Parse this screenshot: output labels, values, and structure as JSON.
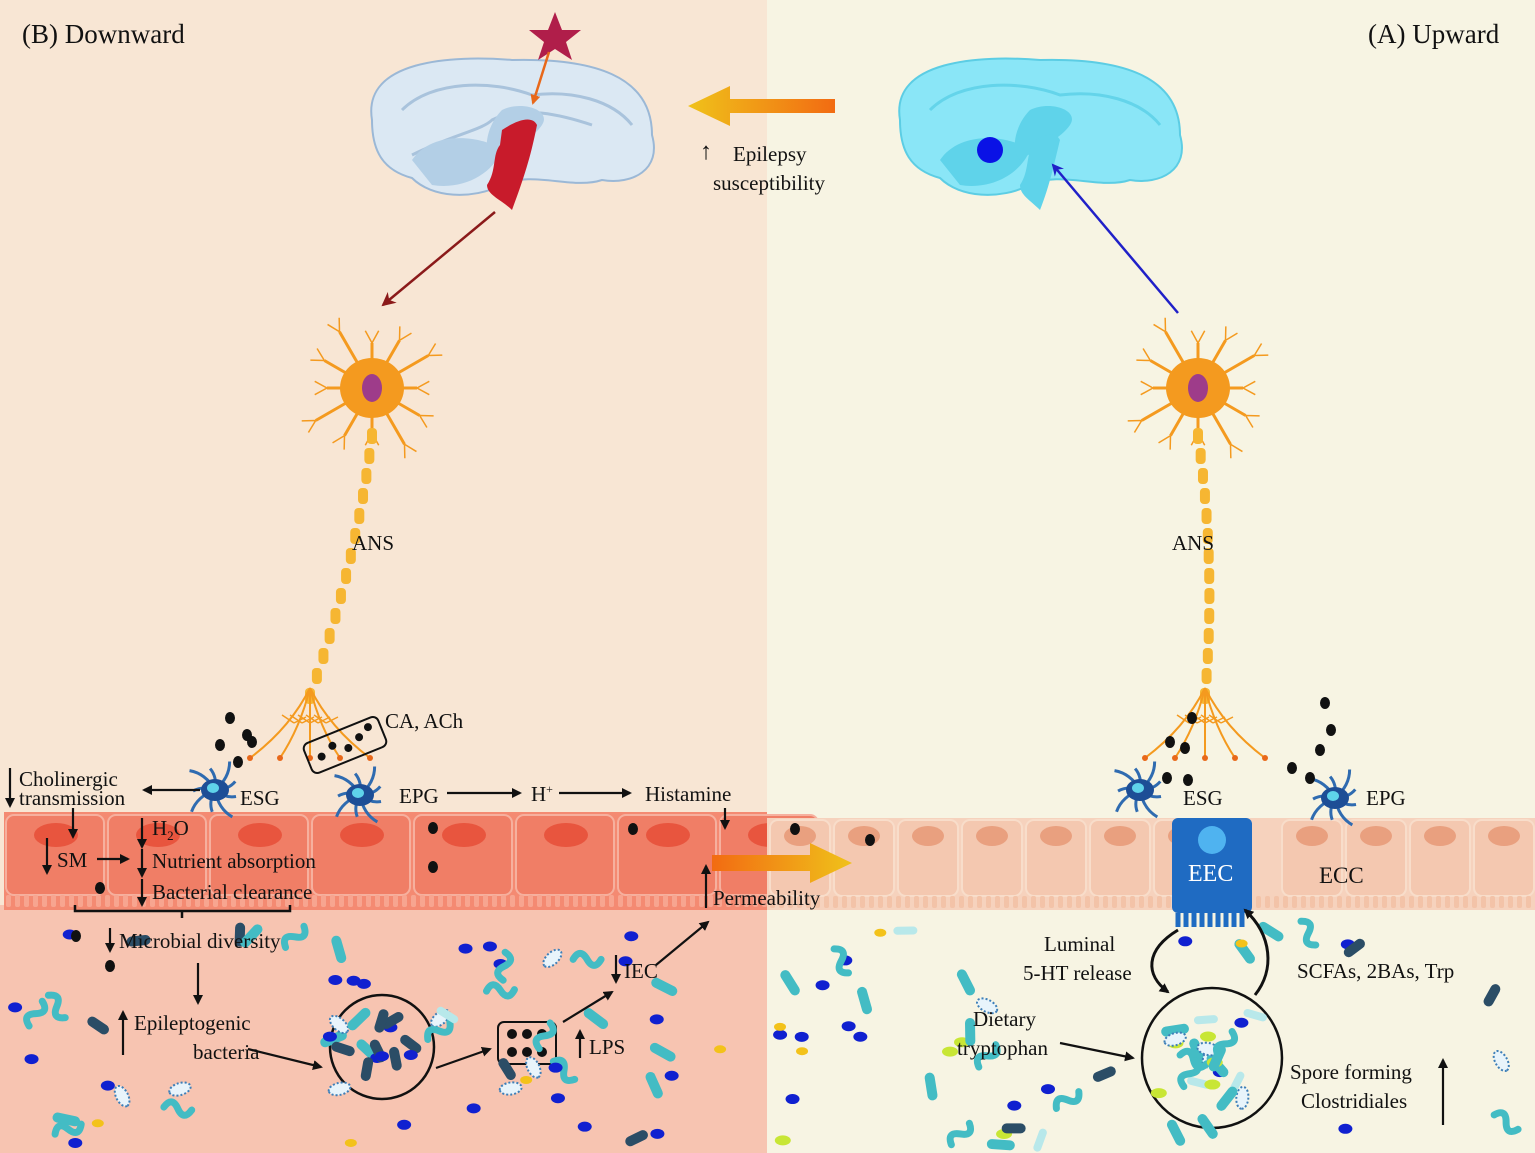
{
  "panels": {
    "left_title": "(B) Downward",
    "right_title": "(A) Upward"
  },
  "top": {
    "epilepsy": "Epilepsy",
    "susceptibility": "susceptibility"
  },
  "labels": {
    "ans_left": "ANS",
    "ans_right": "ANS",
    "ca_ach": "CA, ACh",
    "esg_left": "ESG",
    "epg_left": "EPG",
    "h_plus": "H",
    "h_plus_sup": "+",
    "histamine": "Histamine",
    "cholinergic": "Cholinergic",
    "transmission": "transmission",
    "h2o_h": "H",
    "h2o_sub": "2",
    "h2o_o": "O",
    "sm": "SM",
    "nutrient": "Nutrient absorption",
    "bacterial_clearance": "Bacterial clearance",
    "permeability": "Permeability",
    "microbial_diversity": "Microbial diversity",
    "iec": "IEC",
    "epileptogenic": "Epileptogenic",
    "bacteria": "bacteria",
    "lps": "LPS",
    "esg_right": "ESG",
    "epg_right": "EPG",
    "eec": "EEC",
    "ecc": "ECC",
    "luminal": "Luminal",
    "ht_release": "5-HT release",
    "scfas": "SCFAs, 2BAs, Trp",
    "dietary": "Dietary",
    "tryptophan": "tryptophan",
    "spore_forming": "Spore forming",
    "clostridiales": "Clostridiales"
  },
  "colors": {
    "left_bg": "#f8e6d4",
    "right_bg": "#f7f4e3",
    "left_lumen": "#f7c4b1",
    "left_cell": "#f07e66",
    "right_cell": "#f4c8b0",
    "brain_left": "#d6e6f2",
    "brain_right": "#7fe4f7",
    "neuron": "#f49a1f",
    "eec": "#1f6bc2",
    "bacteria_teal": "#43bcc4",
    "star": "#b01e4a",
    "highlight_red": "#c8102e"
  }
}
